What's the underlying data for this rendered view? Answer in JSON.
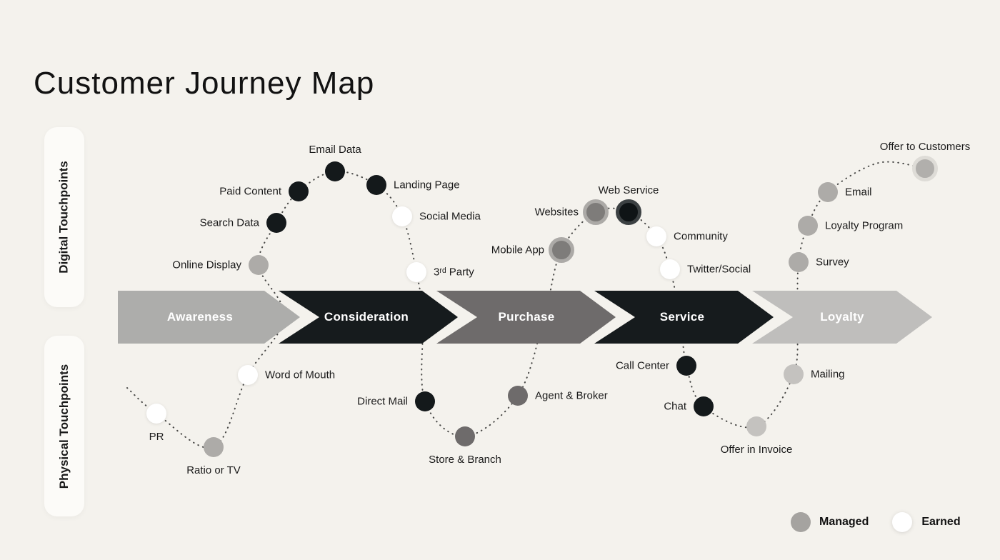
{
  "title": "Customer Journey Map",
  "sidebar": {
    "digital_label": "Digital Touchpoints",
    "physical_label": "Physical Touchpoints"
  },
  "stages": [
    {
      "label": "Awareness",
      "color": "#ADADAB"
    },
    {
      "label": "Consideration",
      "color": "#161B1D"
    },
    {
      "label": "Purchase",
      "color": "#6E6B6B"
    },
    {
      "label": "Service",
      "color": "#161B1D"
    },
    {
      "label": "Loyalty",
      "color": "#BFBEBC"
    }
  ],
  "touchpoints": {
    "digital": [
      {
        "label": "Online Display",
        "kind": "managed",
        "style": "gray"
      },
      {
        "label": "Search Data",
        "kind": "managed",
        "style": "black"
      },
      {
        "label": "Paid Content",
        "kind": "managed",
        "style": "black"
      },
      {
        "label": "Email Data",
        "kind": "managed",
        "style": "black"
      },
      {
        "label": "Landing Page",
        "kind": "managed",
        "style": "black"
      },
      {
        "label": "Social Media",
        "kind": "earned",
        "style": "white"
      },
      {
        "label": "3ʳᵈ Party",
        "kind": "earned",
        "style": "white"
      },
      {
        "label": "Mobile App",
        "kind": "managed",
        "style": "gray-ring"
      },
      {
        "label": "Websites",
        "kind": "managed",
        "style": "gray-ring"
      },
      {
        "label": "Web Service",
        "kind": "managed",
        "style": "black-ring"
      },
      {
        "label": "Community",
        "kind": "earned",
        "style": "white"
      },
      {
        "label": "Twitter/Social",
        "kind": "earned",
        "style": "white"
      },
      {
        "label": "Survey",
        "kind": "managed",
        "style": "gray"
      },
      {
        "label": "Loyalty Program",
        "kind": "managed",
        "style": "gray"
      },
      {
        "label": "Email",
        "kind": "managed",
        "style": "gray"
      },
      {
        "label": "Offer to Customers",
        "kind": "managed",
        "style": "gray-ring-light"
      }
    ],
    "physical": [
      {
        "label": "PR",
        "kind": "earned",
        "style": "white"
      },
      {
        "label": "Ratio or TV",
        "kind": "managed",
        "style": "gray"
      },
      {
        "label": "Word of Mouth",
        "kind": "earned",
        "style": "white"
      },
      {
        "label": "Direct Mail",
        "kind": "managed",
        "style": "black"
      },
      {
        "label": "Store & Branch",
        "kind": "managed",
        "style": "darkgray"
      },
      {
        "label": "Agent & Broker",
        "kind": "managed",
        "style": "darkgray"
      },
      {
        "label": "Call Center",
        "kind": "managed",
        "style": "black"
      },
      {
        "label": "Chat",
        "kind": "managed",
        "style": "black"
      },
      {
        "label": "Offer in Invoice",
        "kind": "managed",
        "style": "lightgray"
      },
      {
        "label": "Mailing",
        "kind": "managed",
        "style": "lightgray"
      }
    ]
  },
  "legend": [
    {
      "label": "Managed",
      "color": "#A5A3A0"
    },
    {
      "label": "Earned",
      "color": "#FFFFFF"
    }
  ]
}
